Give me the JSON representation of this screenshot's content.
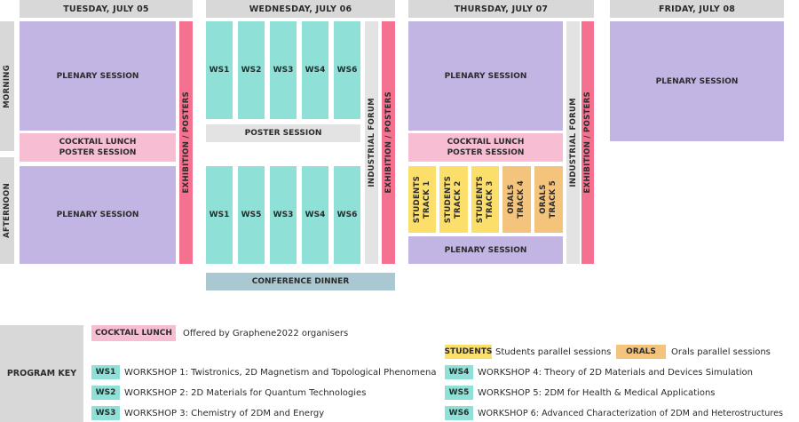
{
  "days": {
    "tue": "TUESDAY, JULY 05",
    "wed": "WEDNESDAY, JULY 06",
    "thu": "THURSDAY, JULY 07",
    "fri": "FRIDAY, JULY 08"
  },
  "periods": {
    "morning": "MORNING",
    "afternoon": "AFTERNOON"
  },
  "tue": {
    "plenary_am": "PLENARY SESSION",
    "lunch": "COCKTAIL LUNCH\nPOSTER SESSION",
    "plenary_pm": "PLENARY SESSION",
    "exhibition": "EXHIBITION / POSTERS"
  },
  "wed": {
    "am_workshops": [
      "WS1",
      "WS2",
      "WS3",
      "WS4",
      "WS6"
    ],
    "poster": "POSTER SESSION",
    "pm_workshops": [
      "WS1",
      "WS5",
      "WS3",
      "WS4",
      "WS6"
    ],
    "industrial": "INDUSTRIAL FORUM",
    "exhibition": "EXHIBITION / POSTERS",
    "dinner": "CONFERENCE DINNER"
  },
  "thu": {
    "plenary_am": "PLENARY SESSION",
    "lunch": "COCKTAIL LUNCH\nPOSTER SESSION",
    "tracks": [
      "STUDENTS\nTRACK 1",
      "STUDENTS\nTRACK 2",
      "STUDENTS\nTRACK 3",
      "ORALS\nTRACK 4",
      "ORALS\nTRACK 5"
    ],
    "plenary_pm": "PLENARY SESSION",
    "industrial": "INDUSTRIAL FORUM",
    "exhibition": "EXHIBITION / POSTERS"
  },
  "fri": {
    "plenary": "PLENARY SESSION"
  },
  "key": {
    "title": "PROGRAM KEY",
    "lunch_chip": "COCKTAIL LUNCH",
    "lunch_text": "Offered by Graphene2022 organisers",
    "students_chip": "STUDENTS",
    "students_text": "Students parallel sessions",
    "orals_chip": "ORALS",
    "orals_text": "Orals parallel sessions",
    "workshops": [
      {
        "code": "WS1",
        "text": "WORKSHOP 1: Twistronics, 2D Magnetism and Topological Phenomena"
      },
      {
        "code": "WS2",
        "text": "WORKSHOP 2: 2D Materials for Quantum Technologies"
      },
      {
        "code": "WS3",
        "text": "WORKSHOP 3: Chemistry of 2DM and Energy"
      },
      {
        "code": "WS4",
        "text": "WORKSHOP 4: Theory of 2D Materials and Devices Simulation"
      },
      {
        "code": "WS5",
        "text": "WORKSHOP 5: 2DM for Health & Medical Applications"
      },
      {
        "code": "WS6",
        "text": "WORKSHOP 6: Advanced Characterization of 2DM and Heterostructures"
      }
    ]
  },
  "colors": {
    "plenary": "#c2b5e3",
    "lunch": "#f7bed3",
    "exhibition": "#f4718f",
    "workshop": "#8fe0d6",
    "industrial": "#e3e3e3",
    "dinner": "#a9c8d1",
    "students": "#fcdf6b",
    "orals": "#f4c47c"
  }
}
